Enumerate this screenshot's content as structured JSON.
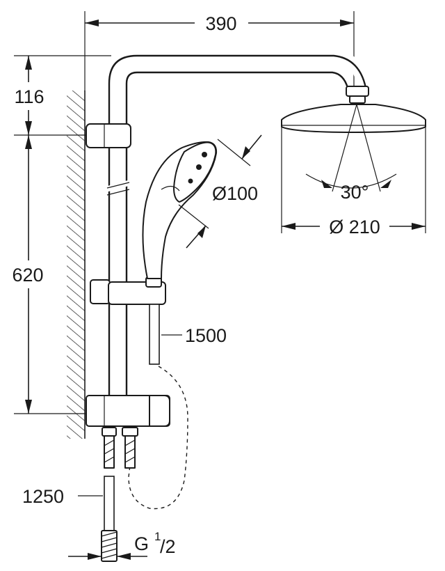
{
  "dimensions": {
    "total_width": "390",
    "arm_height": "116",
    "rail_height": "620",
    "handshower_diameter": "Ø100",
    "headshower_diameter": "Ø 210",
    "hose_length": "1500",
    "tilt_angle": "30°",
    "supply_hose_length": "1250",
    "connection_thread": "G",
    "thread_numerator": "1",
    "thread_denominator": "/2"
  }
}
